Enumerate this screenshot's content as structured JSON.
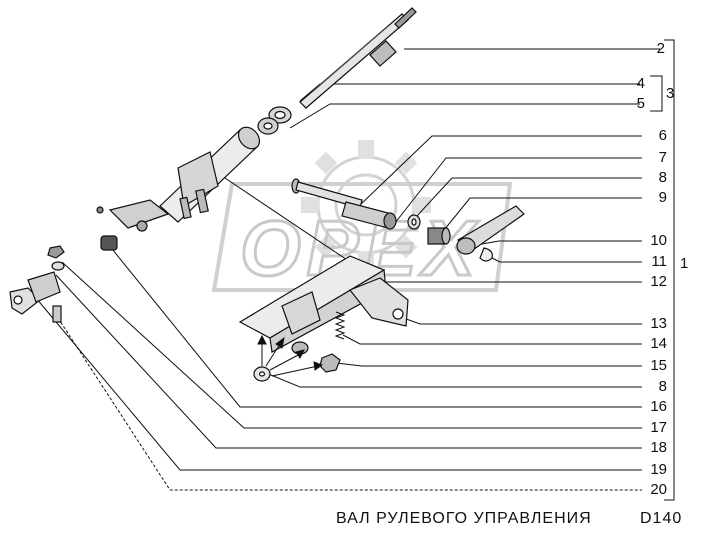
{
  "watermark": {
    "text": "OPEX"
  },
  "parts": [
    {
      "id": "p2",
      "number": "2"
    },
    {
      "id": "p4",
      "number": "4"
    },
    {
      "id": "p5",
      "number": "5"
    },
    {
      "id": "p6",
      "number": "6"
    },
    {
      "id": "p7",
      "number": "7"
    },
    {
      "id": "p8a",
      "number": "8"
    },
    {
      "id": "p9",
      "number": "9"
    },
    {
      "id": "p10",
      "number": "10"
    },
    {
      "id": "p11",
      "number": "11"
    },
    {
      "id": "p12",
      "number": "12"
    },
    {
      "id": "p13",
      "number": "13"
    },
    {
      "id": "p14",
      "number": "14"
    },
    {
      "id": "p15",
      "number": "15"
    },
    {
      "id": "p8b",
      "number": "8"
    },
    {
      "id": "p16",
      "number": "16"
    },
    {
      "id": "p17",
      "number": "17"
    },
    {
      "id": "p18",
      "number": "18"
    },
    {
      "id": "p19",
      "number": "19"
    },
    {
      "id": "p20",
      "number": "20"
    }
  ],
  "groups": {
    "sub_assembly": "3",
    "assembly": "1"
  },
  "caption": {
    "title": "ВАЛ   РУЛЕВОГО  УПРАВЛЕНИЯ",
    "code": "D140"
  }
}
